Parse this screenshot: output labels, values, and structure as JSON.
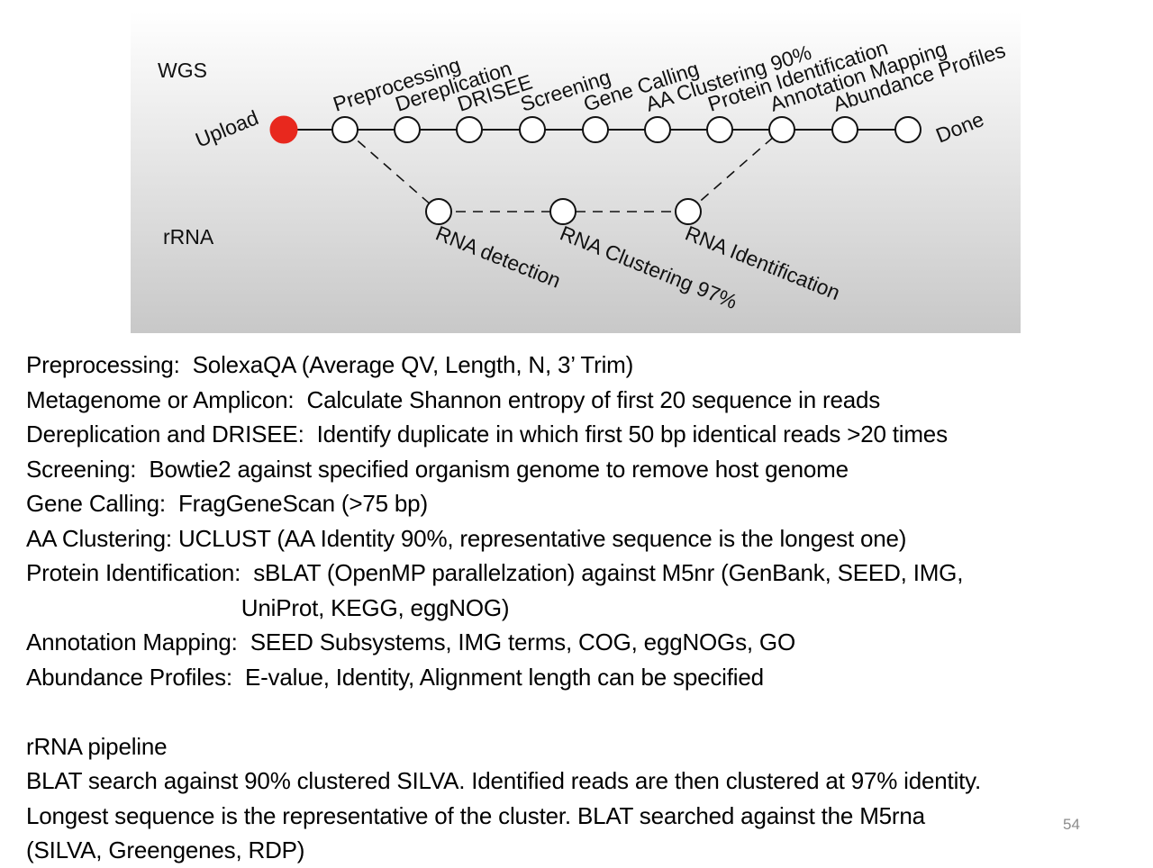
{
  "diagram": {
    "tracks": {
      "wgs": "WGS",
      "rrna": "rRNA"
    },
    "start_label": "Upload",
    "end_label": "Done",
    "wgs_steps": [
      "Preprocessing",
      "Dereplication",
      "DRISEE",
      "Screening",
      "Gene Calling",
      "AA Clustering 90%",
      "Protein Identification",
      "Annotation Mapping",
      "Abundance Profiles"
    ],
    "rrna_steps": [
      "RNA  detection",
      "RNA Clustering 97%",
      "RNA Identification"
    ],
    "colors": {
      "background_top": "#ffffff",
      "background_bottom": "#c8c8c8",
      "start_node": "#e8281e",
      "node_fill": "#ffffff",
      "line": "#111111"
    }
  },
  "notes": [
    "Preprocessing:  SolexaQA (Average QV, Length, N, 3’ Trim)",
    "Metagenome or Amplicon:  Calculate Shannon entropy of first 20 sequence in reads",
    "Dereplication and DRISEE:  Identify duplicate in which first 50 bp identical reads >20 times",
    "Screening:  Bowtie2 against specified organism genome to remove host genome",
    "Gene Calling:  FragGeneScan (>75 bp)",
    "AA Clustering: UCLUST (AA Identity 90%, representative sequence is the longest one)",
    "Protein Identification:  sBLAT (OpenMP parallelzation) against M5nr (GenBank, SEED, IMG,",
    "                                  UniProt, KEGG, eggNOG)",
    "Annotation Mapping:  SEED Subsystems, IMG terms, COG, eggNOGs, GO",
    "Abundance Profiles:  E-value, Identity, Alignment length can be specified",
    "",
    "rRNA pipeline",
    "BLAT search against 90% clustered SILVA. Identified reads are then clustered at 97% identity.",
    "Longest sequence is the representative of the cluster. BLAT searched against the M5rna",
    "(SILVA, Greengenes, RDP)"
  ],
  "page_number": "54"
}
